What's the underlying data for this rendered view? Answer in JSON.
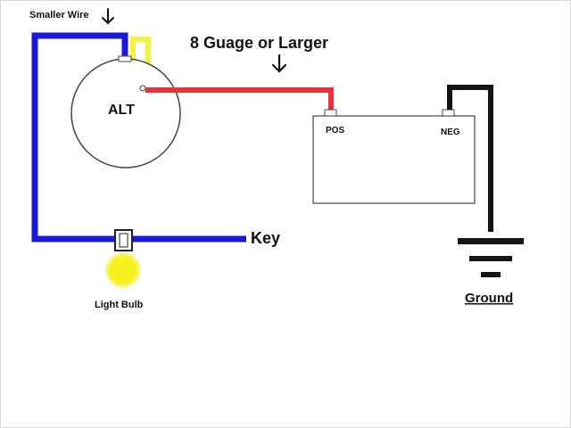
{
  "labels": {
    "smaller_wire": "Smaller Wire",
    "gauge": "8 Guage or Larger",
    "alt": "ALT",
    "pos": "POS",
    "neg": "NEG",
    "key": "Key",
    "light_bulb": "Light Bulb",
    "ground": "Ground"
  },
  "colors": {
    "blue_wire": "#1a1ad6",
    "yellow_wire": "#f2f21a",
    "red_wire": "#e8323c",
    "ground_wire": "#151515",
    "bulb": "#f6f01c",
    "bulb_glow": "#fbf7a8"
  }
}
